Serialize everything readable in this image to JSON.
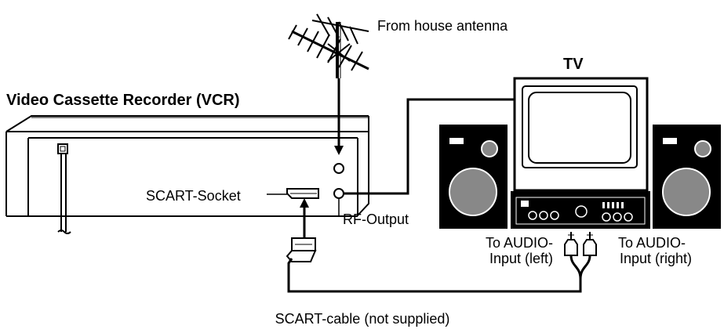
{
  "labels": {
    "antenna": "From house antenna",
    "vcr_title": "Video Cassette Recorder (VCR)",
    "tv_title": "TV",
    "scart_socket": "SCART-Socket",
    "rf_output": "RF-Output",
    "audio_left_line1": "To AUDIO-",
    "audio_left_line2": "Input (left)",
    "audio_right_line1": "To AUDIO-",
    "audio_right_line2": "Input (right)",
    "scart_cable": "SCART-cable (not supplied)"
  }
}
